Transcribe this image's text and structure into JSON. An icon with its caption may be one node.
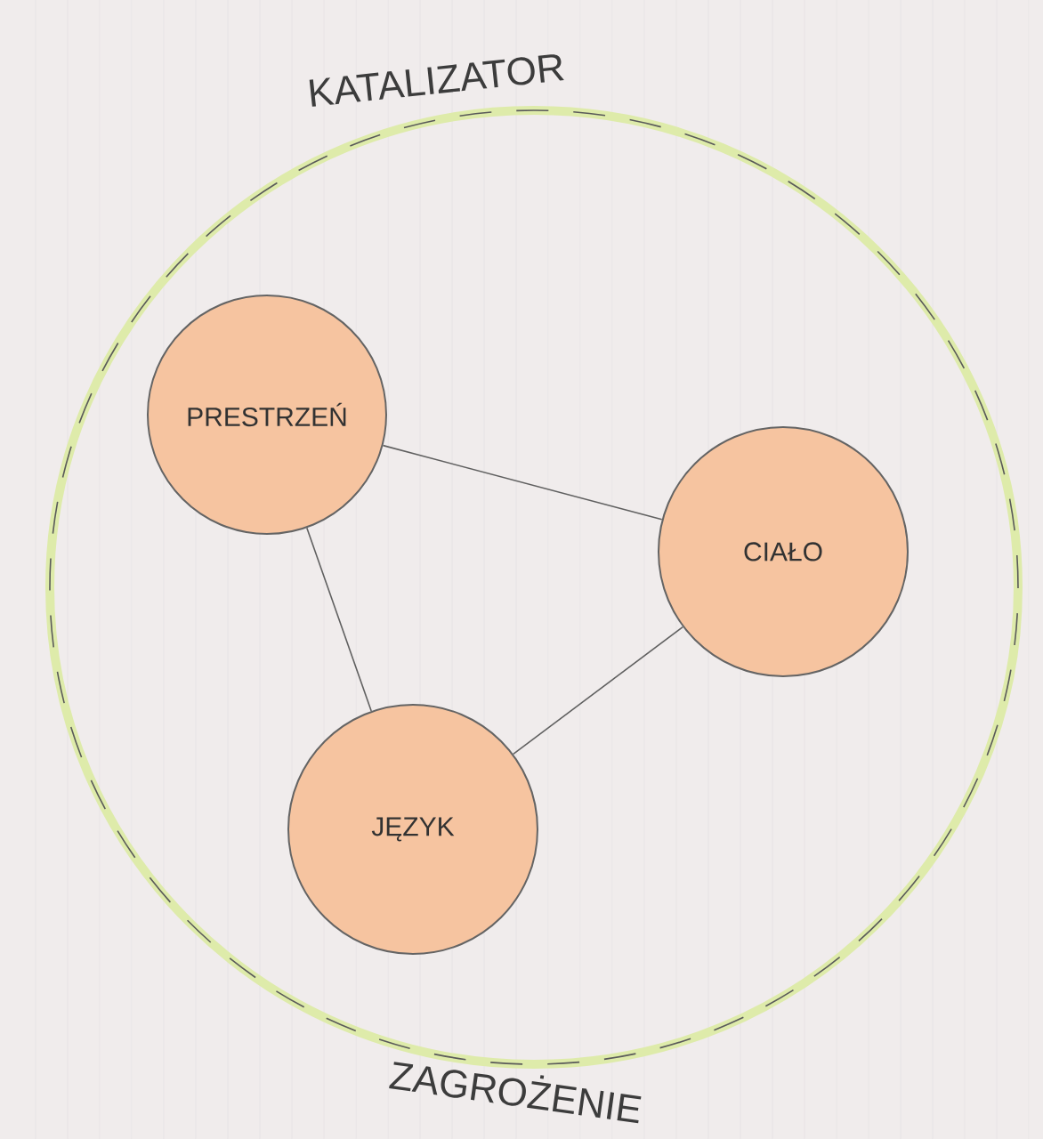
{
  "diagram": {
    "nodes": [
      {
        "text": [
          "KATALIZATOR",
          "ZAGROŻENIE"
        ]
      },
      {
        "text": [
          "PRESTRZEŃ"
        ],
        "in": 0
      },
      {
        "text": [
          "CIAŁO"
        ],
        "in": 0
      },
      {
        "text": [
          "JĘZYK"
        ],
        "in": 0
      }
    ],
    "edges": [
      {
        "from": 1,
        "to": 2,
        "arrow": "none"
      },
      {
        "from": 1,
        "to": 3,
        "arrow": "none"
      },
      {
        "from": 3,
        "to": 2,
        "arrow": "none"
      }
    ]
  }
}
